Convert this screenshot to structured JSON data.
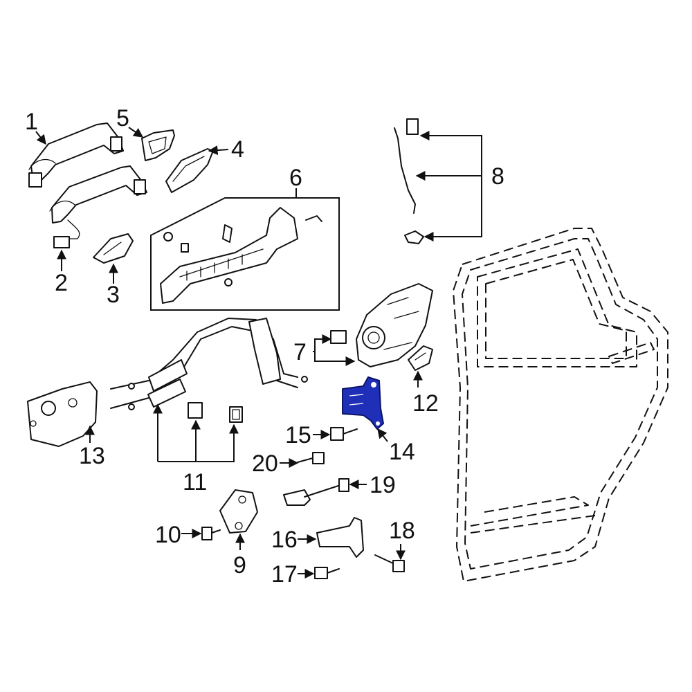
{
  "callouts": {
    "c1": "1",
    "c2": "2",
    "c3": "3",
    "c4": "4",
    "c5": "5",
    "c6": "6",
    "c7": "7",
    "c8": "8",
    "c9": "9",
    "c10": "10",
    "c11": "11",
    "c12": "12",
    "c13": "13",
    "c14": "14",
    "c15": "15",
    "c16": "16",
    "c17": "17",
    "c18": "18",
    "c19": "19",
    "c20": "20"
  },
  "highlight_color": "#1f2fb8",
  "highlighted_part": "14"
}
